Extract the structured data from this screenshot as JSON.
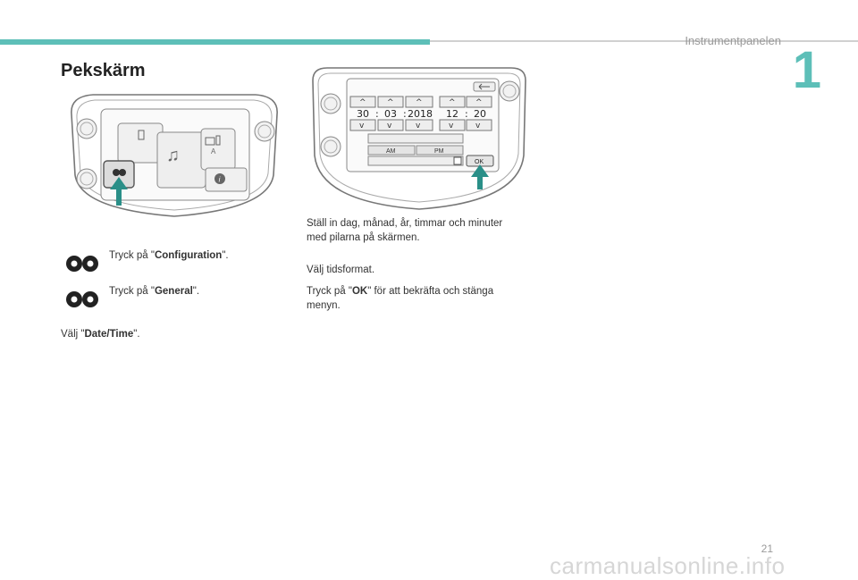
{
  "header": {
    "section": "Instrumentpanelen",
    "chapter": "1"
  },
  "title": "Pekskärm",
  "steps_left": [
    {
      "prefix": "Tryck på \"",
      "bold": "Configuration",
      "suffix": "\"."
    },
    {
      "prefix": "Tryck på \"",
      "bold": "General",
      "suffix": "\"."
    },
    {
      "prefix": "Välj \"",
      "bold": "Date/Time",
      "suffix": "\"."
    }
  ],
  "steps_right": [
    {
      "text": "Ställ in dag, månad, år, timmar och minuter med pilarna på skärmen."
    },
    {
      "text": "Välj tidsformat."
    },
    {
      "prefix": "Tryck på \"",
      "bold": "OK",
      "suffix": "\" för att bekräfta och stänga menyn."
    }
  ],
  "screen2": {
    "day": "30",
    "month": "03",
    "year": "2018",
    "hour": "12",
    "minute": "20",
    "sep": ":",
    "am": "AM",
    "pm": "PM",
    "ok": "OK"
  },
  "page_number": "21",
  "watermark": "carmanualsonline.info",
  "colors": {
    "accent": "#5dbfb8",
    "arrow": "#2a8f88"
  }
}
